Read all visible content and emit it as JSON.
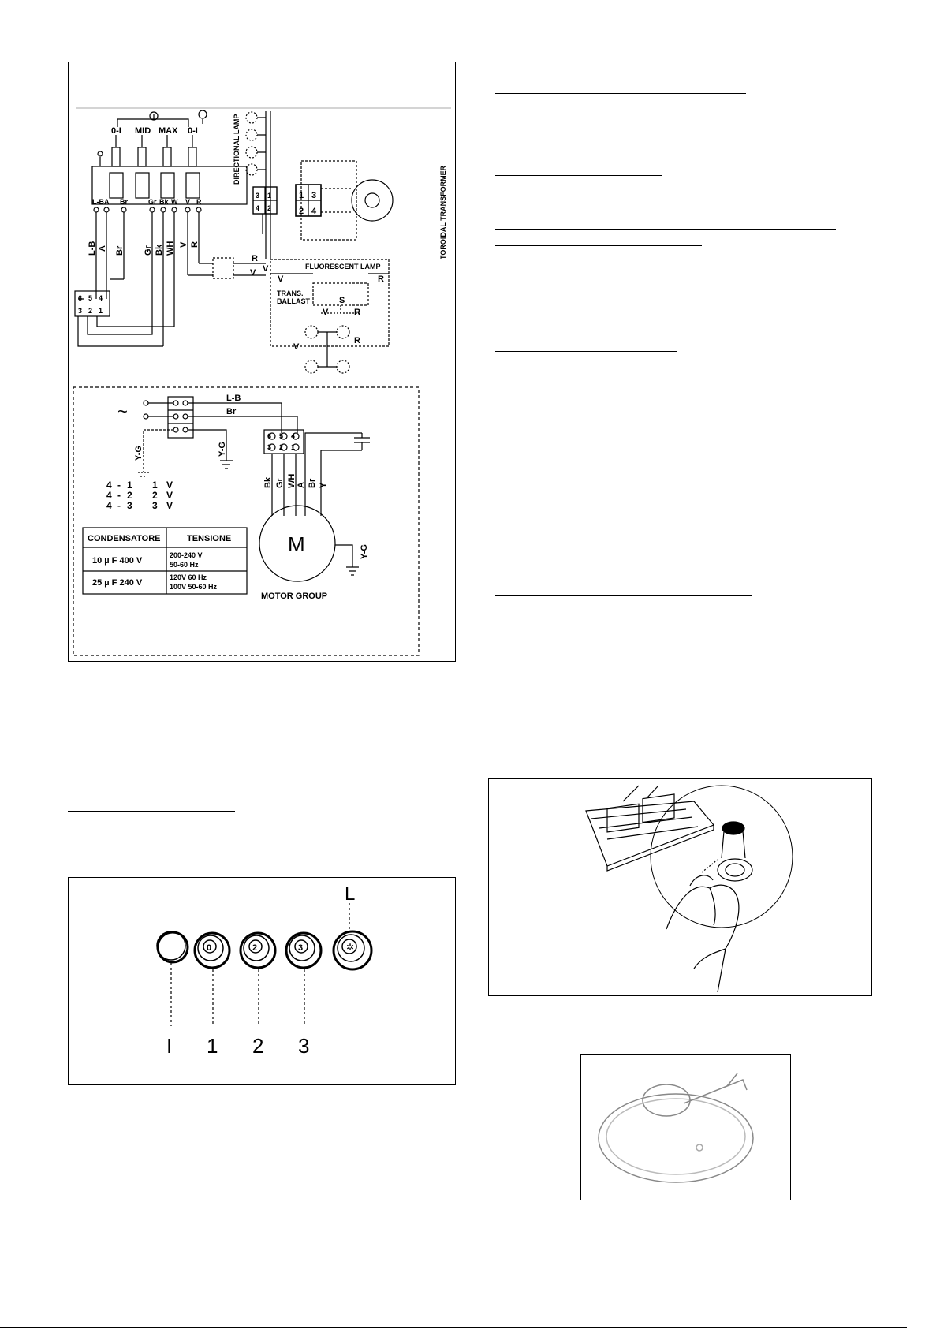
{
  "wiring": {
    "switch_labels": [
      "0-I",
      "MID",
      "MAX",
      "0-I"
    ],
    "terminal_labels": [
      "L-B",
      "A",
      "Br",
      "Gr",
      "Bk",
      "W",
      "V",
      "R"
    ],
    "wire_labels": [
      "L-B",
      "A",
      "Br",
      "Gr",
      "Bk",
      "WH",
      "V",
      "R"
    ],
    "directional_lamp": "DIRECTIONAL LAMP",
    "toroidal_transformer": "TOROIDAL TRANSFORMER",
    "fluorescent_lamp": "FLUORESCENT LAMP",
    "trans_ballast": [
      "TRANS.",
      "BALLAST"
    ],
    "connector_top": [
      "3",
      "1"
    ],
    "connector_bottom": [
      "4",
      "2"
    ],
    "connector_top_right": [
      "1",
      "3"
    ],
    "connector_bottom_right": [
      "2",
      "4"
    ],
    "block_top": [
      "6",
      "5",
      "4"
    ],
    "block_bottom": [
      "3",
      "2",
      "1"
    ],
    "letters": {
      "R": "R",
      "V": "V",
      "S": "S"
    },
    "mains_symbol": "~",
    "lower_wire_labels": [
      "L-B",
      "Br",
      "Y-G",
      "Y-G",
      "Bk",
      "Gr",
      "WH",
      "A",
      "Br",
      "Y",
      "Y-G"
    ],
    "voltage_rows": [
      {
        "a": "4",
        "b": "1",
        "c": "1",
        "unit": "V"
      },
      {
        "a": "4",
        "b": "2",
        "c": "2",
        "unit": "V"
      },
      {
        "a": "4",
        "b": "3",
        "c": "3",
        "unit": "V"
      }
    ],
    "table": {
      "headers": [
        "CONDENSATORE",
        "TENSIONE"
      ],
      "rows": [
        {
          "cap": "10  µ  F  400  V",
          "v1": "200-240  V",
          "v2": "50-60  Hz"
        },
        {
          "cap": "25  µ  F  240  V",
          "v1": "120V  60  Hz",
          "v2": "100V  50-60  Hz"
        }
      ]
    },
    "motor_letter": "M",
    "motor_group": "MOTOR  GROUP"
  },
  "controls": {
    "pointer_letter": "L",
    "labels": [
      "I",
      "1",
      "2",
      "3"
    ],
    "knob_marks": [
      "0",
      "2",
      "3"
    ]
  }
}
